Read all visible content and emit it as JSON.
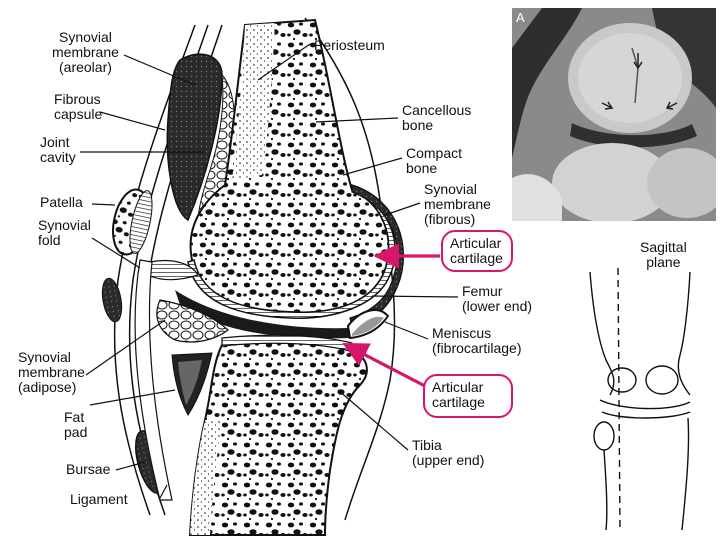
{
  "labels": {
    "synovial_membrane_areolar": "Synovial\nmembrane\n(areolar)",
    "fibrous_capsule": "Fibrous\ncapsule",
    "joint_cavity": "Joint\ncavity",
    "patella": "Patella",
    "synovial_fold": "Synovial\nfold",
    "synovial_membrane_adipose": "Synovial\nmembrane\n(adipose)",
    "fat_pad": "Fat\npad",
    "bursae": "Bursae",
    "ligament": "Ligament",
    "periosteum": "Periosteum",
    "cancellous_bone": "Cancellous\nbone",
    "compact_bone": "Compact\nbone",
    "synovial_membrane_fibrous": "Synovial\nmembrane\n(fibrous)",
    "articular_cartilage_upper": "Articular\ncartilage",
    "femur": "Femur\n(lower end)",
    "meniscus": "Meniscus\n(fibrocartilage)",
    "articular_cartilage_lower": "Articular\ncartilage",
    "tibia": "Tibia\n(upper end)",
    "sagittal_plane": "Sagittal\nplane"
  },
  "mri": {
    "panel_label": "A"
  },
  "colors": {
    "highlight": "#d6166b",
    "ink": "#111111",
    "mri_gray": "#7d7d7d"
  }
}
